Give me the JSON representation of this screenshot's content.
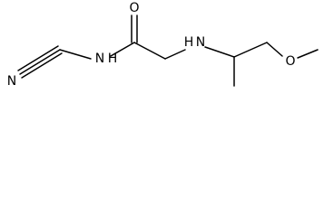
{
  "molecule": {
    "atoms": {
      "nitrile_n": "N",
      "amide_nh": "N",
      "amide_h": "H",
      "carbonyl_o": "O",
      "amine_nh": "N",
      "amine_h": "H",
      "ether_o": "O"
    }
  }
}
